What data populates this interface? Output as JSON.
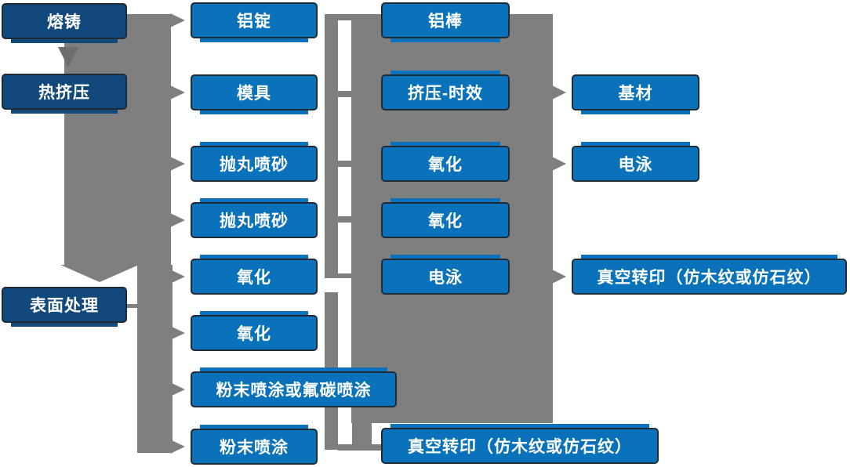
{
  "flowchart": {
    "description": "Aluminum profile production process flowchart",
    "colors": {
      "box_fill": "#0a72ba",
      "box_fill_dark": "#12497c",
      "box_border": "#1e2a36",
      "connector_gray": "#7f7f7f",
      "connector_dark_gray": "#6e6e6e",
      "text_color": "#ffffff",
      "background": "#ffffff"
    },
    "columns": [
      {
        "name": "stages",
        "boxes": [
          {
            "label": "熔铸"
          },
          {
            "label": "热挤压"
          },
          {
            "label": "表面处理"
          }
        ]
      },
      {
        "name": "step-1",
        "boxes": [
          {
            "label": "铝锭"
          },
          {
            "label": "模具"
          },
          {
            "label": "抛丸喷砂"
          },
          {
            "label": "抛丸喷砂"
          },
          {
            "label": "氧化"
          },
          {
            "label": "氧化"
          },
          {
            "label": "粉末喷涂或氟碳喷涂"
          },
          {
            "label": "粉末喷涂"
          }
        ]
      },
      {
        "name": "step-2",
        "boxes": [
          {
            "label": "铝棒"
          },
          {
            "label": "挤压-时效"
          },
          {
            "label": "氧化"
          },
          {
            "label": "氧化"
          },
          {
            "label": "电泳"
          },
          {
            "label": "真空转印（仿木纹或仿石纹）"
          }
        ]
      },
      {
        "name": "step-3",
        "boxes": [
          {
            "label": "基材"
          },
          {
            "label": "电泳"
          },
          {
            "label": "真空转印（仿木纹或仿石纹）"
          }
        ]
      }
    ]
  }
}
